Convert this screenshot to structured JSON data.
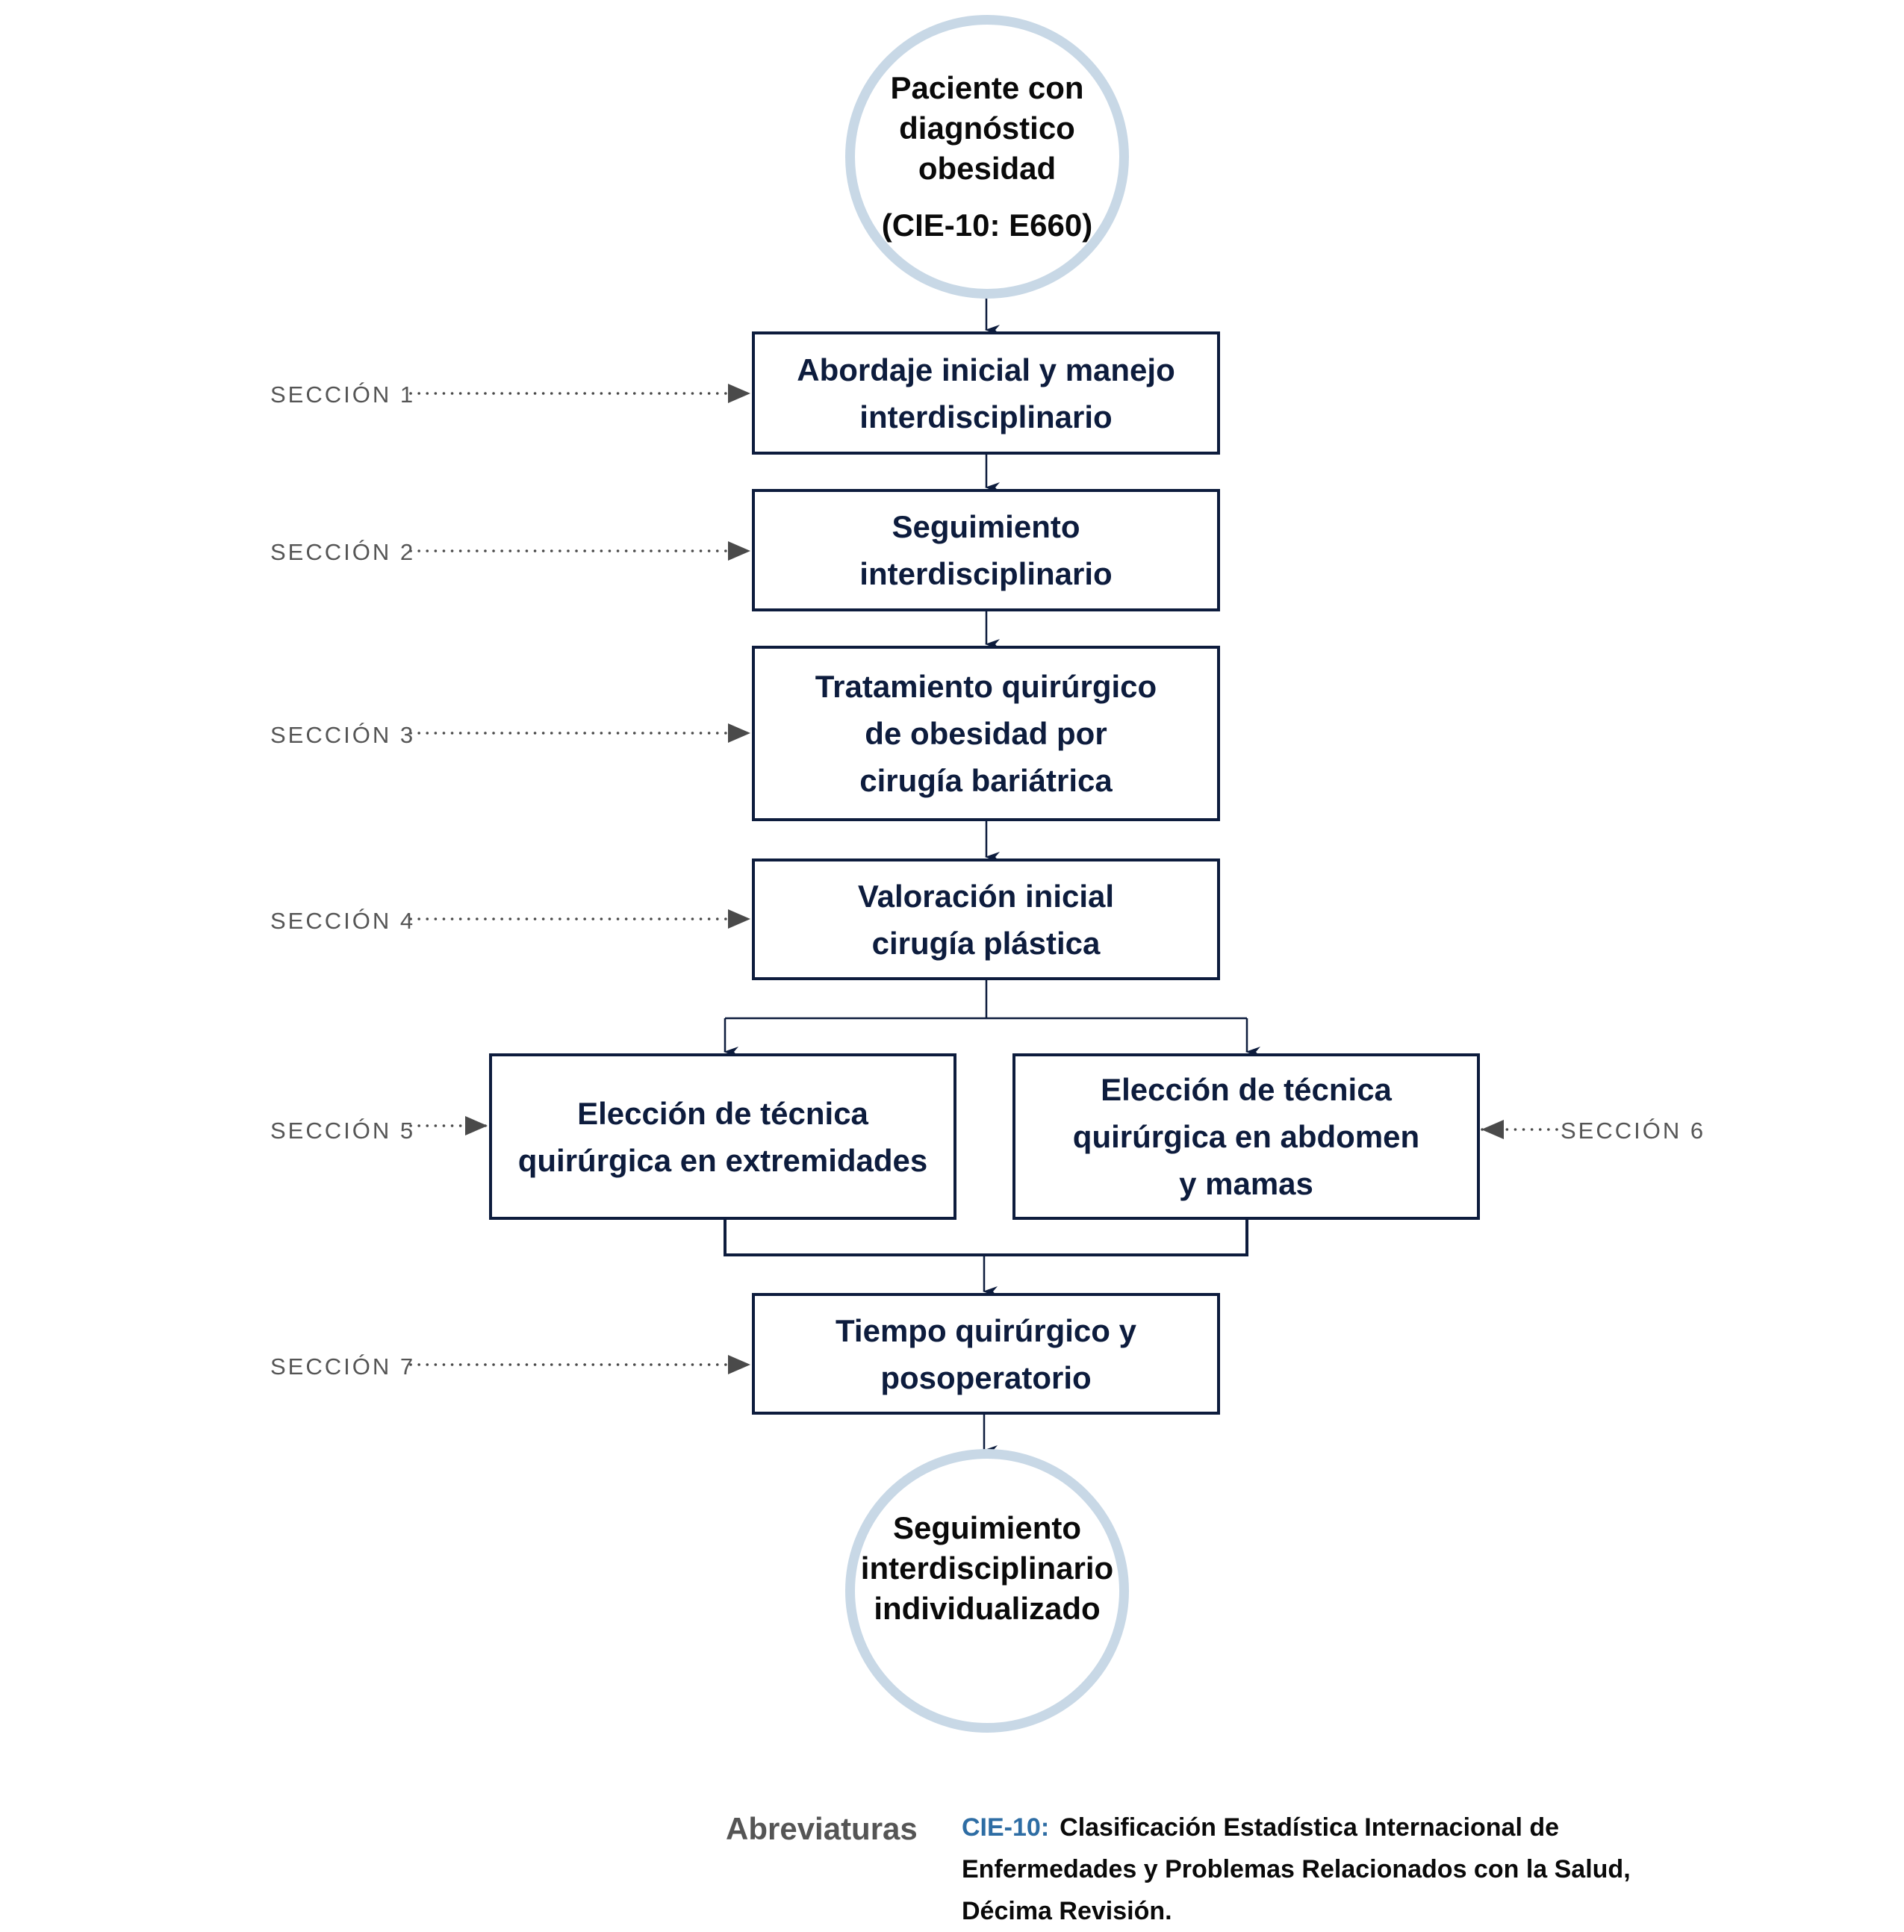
{
  "start_node": {
    "label": "Paciente con\ndiagnóstico\nobesidad",
    "code": "(CIE-10: E660)"
  },
  "steps": [
    {
      "section": "SECCIÓN 1",
      "label": "Abordaje inicial y manejo\ninterdisciplinario"
    },
    {
      "section": "SECCIÓN 2",
      "label": "Seguimiento\ninterdisciplinario"
    },
    {
      "section": "SECCIÓN 3",
      "label": "Tratamiento quirúrgico\nde obesidad por\ncirugía bariátrica"
    },
    {
      "section": "SECCIÓN 4",
      "label": "Valoración inicial\ncirugía plástica"
    },
    {
      "section": "SECCIÓN 5",
      "label": "Elección de técnica\nquirúrgica en extremidades"
    },
    {
      "section": "SECCIÓN 6",
      "label": "Elección de técnica\nquirúrgica en abdomen\ny mamas"
    },
    {
      "section": "SECCIÓN 7",
      "label": "Tiempo quirúrgico y\nposoperatorio"
    }
  ],
  "end_node": {
    "label": "Seguimiento\ninterdisciplinario\nindividualizado"
  },
  "abbreviations": {
    "title": "Abreviaturas",
    "items": [
      {
        "key": "CIE-10:",
        "text": "Clasificación Estadística Internacional de Enfermedades y Problemas Relacionados con la Salud, Décima Revisión."
      }
    ]
  },
  "colors": {
    "box_border": "#0d1c3d",
    "circle_ring": "#c8d8e6",
    "section_label": "#555555",
    "abbr_key": "#2e6da4"
  }
}
